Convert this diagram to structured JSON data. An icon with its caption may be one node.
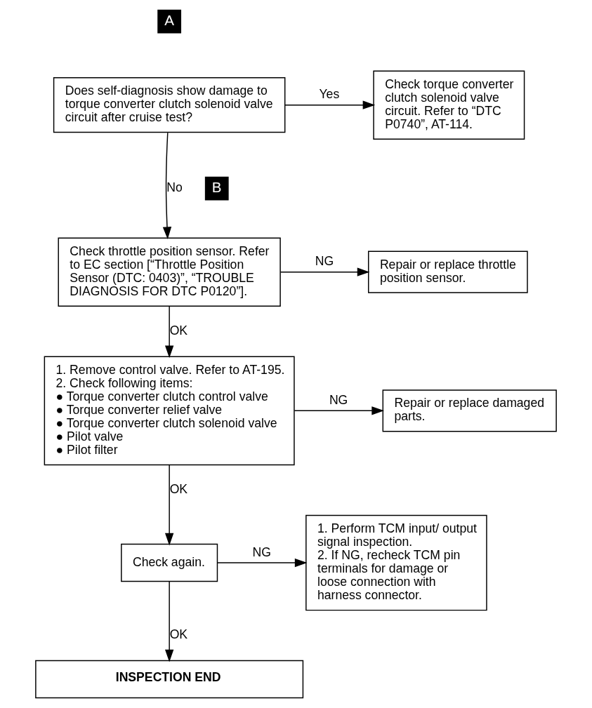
{
  "diagram": {
    "nodes": [
      {
        "text": [
          "Does self-diagnosis show damage to torque converter clutch solenoid valve circuit after cruise test?"
        ]
      },
      {
        "text": [
          "Check torque converter clutch solenoid valve circuit. Refer to “DTC P0740”, AT-114."
        ]
      },
      {
        "text": [
          "Check throttle position sensor. Refer to EC section [“Throttle Position Sensor (DTC: 0403)”, “TROUBLE DIAGNOSIS FOR DTC P0120”]."
        ]
      },
      {
        "text": [
          "Repair or replace throttle position sensor."
        ]
      },
      {
        "text": [
          "1. Remove control valve. Refer to AT-195.",
          "2. Check following items:",
          "● Torque converter clutch control valve",
          "● Torque converter relief valve",
          "● Torque converter clutch solenoid valve",
          "● Pilot valve",
          "● Pilot filter"
        ]
      },
      {
        "text": [
          "Repair or replace damaged parts."
        ]
      },
      {
        "text": [
          "Check again."
        ]
      },
      {
        "text": [
          "1. Perform TCM input/ output signal inspection.",
          "2. If NG, recheck TCM pin terminals for damage or loose connection with harness connector."
        ]
      },
      {
        "text": [
          "INSPECTION END"
        ]
      }
    ],
    "edges": [
      {
        "from": 0,
        "to": 1,
        "arrow": "to",
        "label": "Yes"
      },
      {
        "from": 0,
        "to": 2,
        "arrow": "to",
        "label": "No"
      },
      {
        "from": 2,
        "to": 3,
        "arrow": "to",
        "label": "NG"
      },
      {
        "from": 2,
        "to": 4,
        "arrow": "to",
        "label": "OK"
      },
      {
        "from": 4,
        "to": 5,
        "arrow": "to",
        "label": "NG"
      },
      {
        "from": 4,
        "to": 6,
        "arrow": "to",
        "label": "OK"
      },
      {
        "from": 6,
        "to": 7,
        "arrow": "to",
        "label": "NG"
      },
      {
        "from": 6,
        "to": 8,
        "arrow": "to",
        "label": "OK"
      }
    ],
    "labels": [
      "A",
      "B"
    ]
  }
}
